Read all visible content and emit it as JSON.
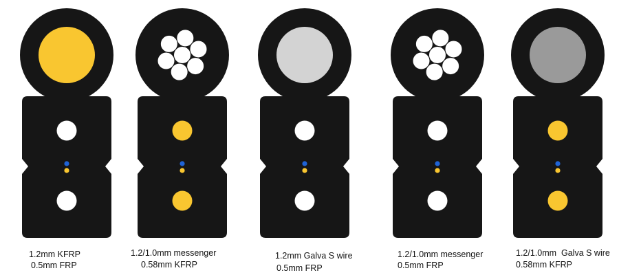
{
  "colors": {
    "jacket": "#161616",
    "yellow": "#f9c630",
    "white": "#ffffff",
    "blue": "#1f63d6",
    "light_gray": "#d3d3d3",
    "gray": "#9a9a9a"
  },
  "cables": [
    {
      "core": "solid",
      "core_color": "#f9c630",
      "member_color": "#ffffff",
      "line1": "1.2mm KFRP",
      "line2": "0.5mm FRP"
    },
    {
      "core": "strand",
      "core_color": "#ffffff",
      "member_color": "#f9c630",
      "line1": "1.2/1.0mm messenger",
      "line2": "0.58mm KFRP"
    },
    {
      "core": "solid",
      "core_color": "#d3d3d3",
      "member_color": "#ffffff",
      "line1": "1.2mm Galva S wire",
      "line2": "0.5mm FRP"
    },
    {
      "core": "strand",
      "core_color": "#ffffff",
      "member_color": "#ffffff",
      "line1": "1.2/1.0mm messenger",
      "line2": "0.5mm FRP"
    },
    {
      "core": "solid",
      "core_color": "#9a9a9a",
      "member_color": "#f9c630",
      "line1": "1.2/1.0mm  Galva S wire",
      "line2": "0.58mm KFRP"
    }
  ]
}
